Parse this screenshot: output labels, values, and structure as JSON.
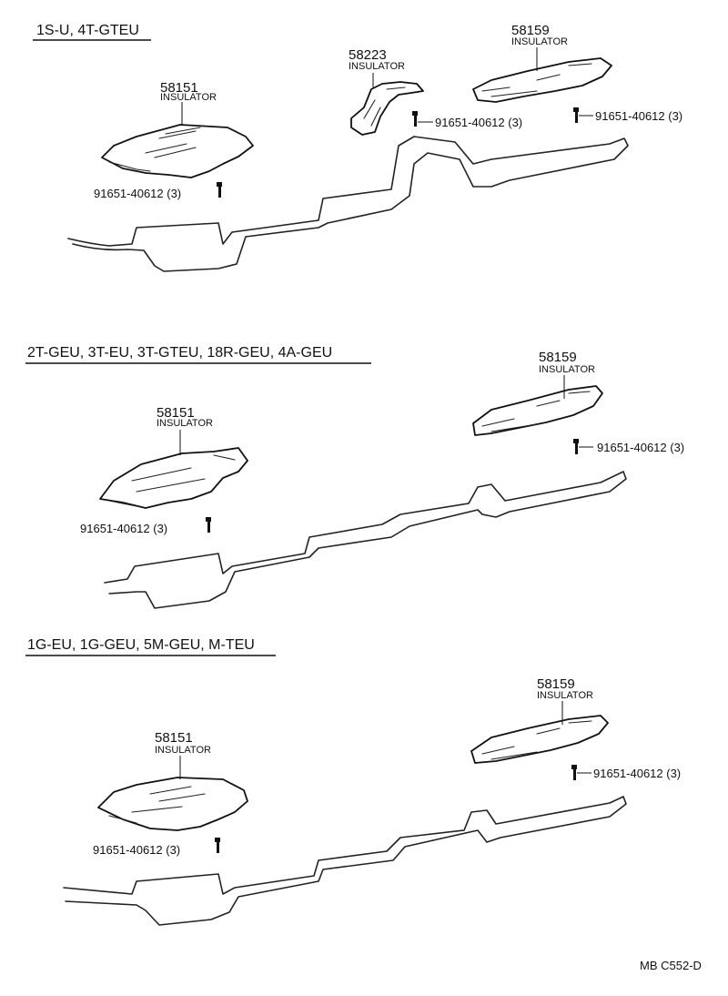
{
  "sections": [
    {
      "header": "1S-U, 4T-GTEU",
      "parts": [
        {
          "number": "58151",
          "name": "INSULATOR"
        },
        {
          "number": "58223",
          "name": "INSULATOR"
        },
        {
          "number": "58159",
          "name": "INSULATOR"
        }
      ],
      "bolts": [
        "91651-40612 (3)",
        "91651-40612 (3)",
        "91651-40612 (3)"
      ]
    },
    {
      "header": "2T-GEU, 3T-EU, 3T-GTEU, 18R-GEU, 4A-GEU",
      "parts": [
        {
          "number": "58151",
          "name": "INSULATOR"
        },
        {
          "number": "58159",
          "name": "INSULATOR"
        }
      ],
      "bolts": [
        "91651-40612 (3)",
        "91651-40612 (3)"
      ]
    },
    {
      "header": "1G-EU, 1G-GEU, 5M-GEU, M-TEU",
      "parts": [
        {
          "number": "58151",
          "name": "INSULATOR"
        },
        {
          "number": "58159",
          "name": "INSULATOR"
        }
      ],
      "bolts": [
        "91651-40612 (3)",
        "91651-40612 (3)"
      ]
    }
  ],
  "figure_ref": "MB  C552-D"
}
